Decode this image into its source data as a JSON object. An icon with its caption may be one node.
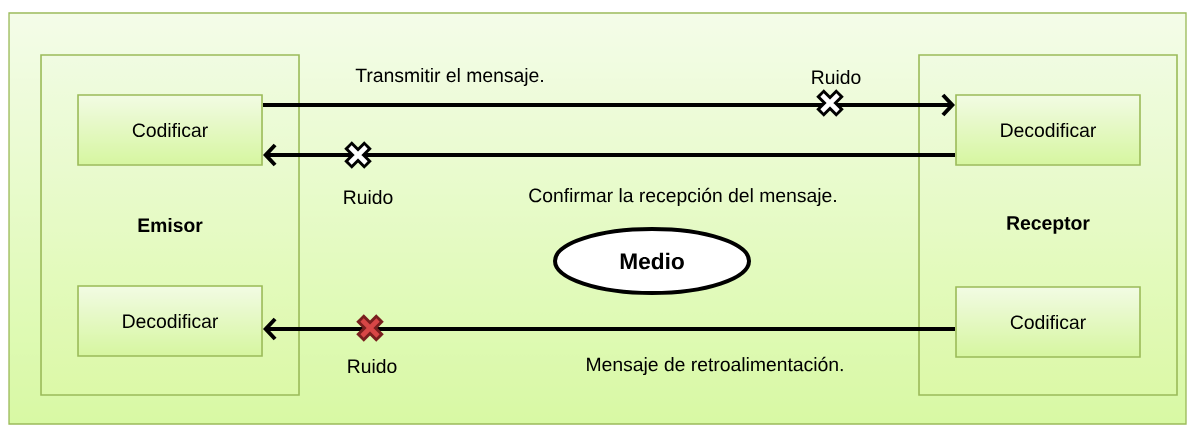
{
  "diagram": {
    "nodes": [
      {
        "text": [],
        "shape": "box"
      },
      {
        "text": [
          "Emisor"
        ],
        "in": 0
      },
      {
        "text": [
          "Codificar"
        ],
        "in": 1
      },
      {
        "text": [
          "Decodificar"
        ],
        "in": 1
      },
      {
        "text": [
          "Receptor"
        ],
        "in": 0
      },
      {
        "text": [
          "Decodificar"
        ],
        "in": 4
      },
      {
        "text": [
          "Codificar"
        ],
        "in": 4
      },
      {
        "text": [
          "Medio"
        ],
        "in": 0
      }
    ],
    "edges": [
      {
        "from": 2,
        "to": 5,
        "arrow": "to",
        "label": "Transmitir el mensaje."
      },
      {
        "from": 5,
        "to": 2,
        "arrow": "to",
        "label": "Confirmar la recepción del mensaje."
      },
      {
        "from": 6,
        "to": 3,
        "arrow": "to",
        "label": "Mensaje de retroalimentación."
      }
    ],
    "labels": [
      "Ruido",
      "Ruido",
      "Ruido"
    ]
  }
}
